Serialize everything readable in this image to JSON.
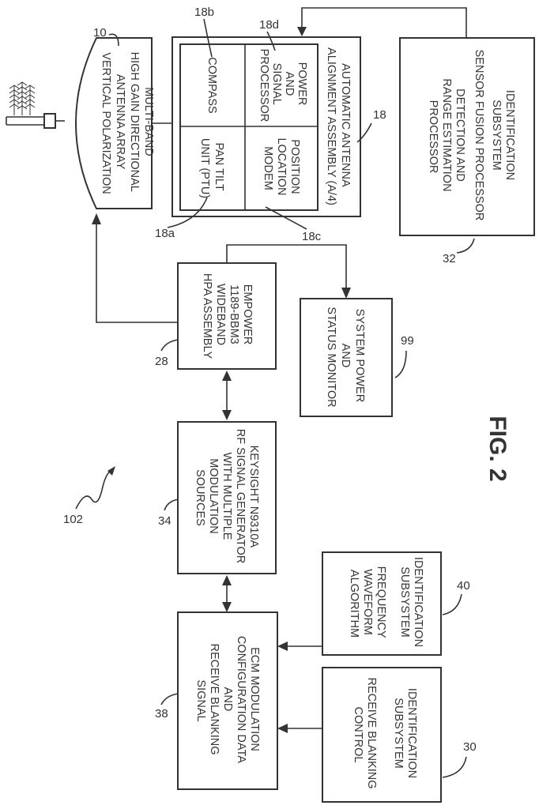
{
  "figure": {
    "label": "FIG. 2",
    "system_ref": "102"
  },
  "antenna": {
    "ref": "10",
    "lines": [
      "MULTI-BAND",
      "HIGH GAIN DIRECTIONAL",
      "ANTENNA ARRAY",
      "VERTICAL POLARIZATION"
    ]
  },
  "alignment_assembly": {
    "ref": "18",
    "lines": [
      "AUTOMATIC ANTENNA",
      "ALIGNMENT ASSEMBLY (A/4)"
    ],
    "compass": {
      "ref": "18b",
      "lines": [
        "COMPASS"
      ]
    },
    "power_signal": {
      "ref": "18d",
      "lines": [
        "POWER",
        "AND",
        "SIGNAL",
        "PROCESSOR"
      ]
    },
    "ptu": {
      "ref": "18a",
      "lines": [
        "PAN TILT",
        "UNIT (PTU)"
      ]
    },
    "modem": {
      "ref": "18c",
      "lines": [
        "POSITION",
        "LOCATION",
        "MODEM"
      ]
    }
  },
  "sensor_fusion": {
    "ref": "32",
    "lines": [
      "IDENTIFICATION",
      "SUBSYSTEM",
      "",
      "SENSOR FUSION PROCESSOR",
      "",
      "DETECTION AND",
      "RANGE ESTIMATION",
      "PROCESSOR"
    ]
  },
  "hpa": {
    "ref": "28",
    "lines": [
      "EMPOWER",
      "1189-BBM3",
      "WIDEBAND",
      "HPA ASSEMBLY"
    ]
  },
  "power_monitor": {
    "ref": "99",
    "lines": [
      "SYSTEM POWER",
      "AND",
      "STATUS MONITOR"
    ]
  },
  "signal_generator": {
    "ref": "34",
    "lines": [
      "KEYSIGHT N9310A",
      "RF SIGNAL GENERATOR",
      "WITH MULTIPLE",
      "MODULATION",
      "SOURCES"
    ]
  },
  "freq_waveform": {
    "ref": "40",
    "lines": [
      "IDENTIFICATION",
      "SUBSYSTEM",
      "",
      "FREQUENCY",
      "WAVEFORM",
      "ALGORITHM"
    ]
  },
  "ecm": {
    "ref": "38",
    "lines": [
      "ECM MODULATION",
      "CONFIGURATION DATA",
      "AND",
      "RECEIVE BLANKING",
      "SIGNAL"
    ]
  },
  "blanking": {
    "ref": "30",
    "lines": [
      "IDENTIFICATION",
      "SUBSYSTEM",
      "",
      "RECEIVE BLANKING",
      "CONTROL"
    ]
  }
}
